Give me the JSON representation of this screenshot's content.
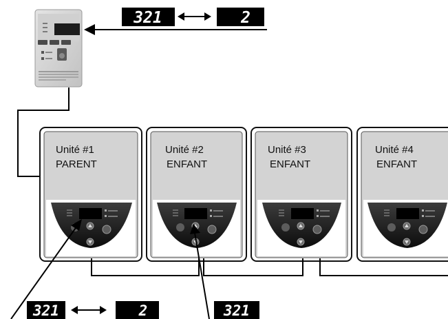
{
  "diagram": {
    "remote_display": {
      "value_a": "321",
      "value_b": "2"
    },
    "parent_display": {
      "value_a": "321",
      "value_b": "2"
    },
    "child_display": {
      "value": "321"
    },
    "units": [
      {
        "title": "Unité #1",
        "role": "PARENT"
      },
      {
        "title": "Unité #2",
        "role": "ENFANT"
      },
      {
        "title": "Unité #3",
        "role": "ENFANT"
      },
      {
        "title": "Unité #4",
        "role": "ENFANT"
      }
    ]
  }
}
